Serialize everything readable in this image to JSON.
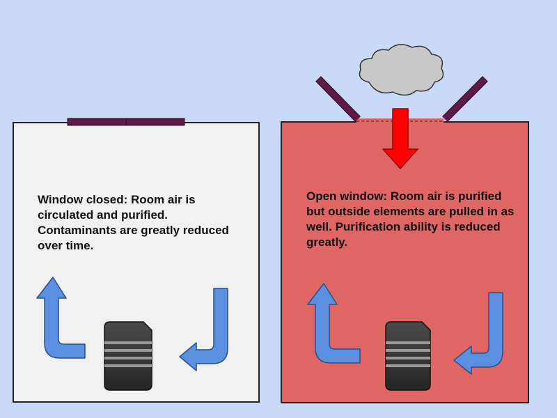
{
  "colors": {
    "background": "#c9daf8",
    "closed_room": "#f1f1f1",
    "open_room": "#e06666",
    "window_frame": "#5e1a45",
    "airflow_arrow": "#5b8fe0",
    "inflow_arrow": "#ff0000",
    "cloud": "#c8c8c8",
    "purifier": "#3a3a3a"
  },
  "panels": [
    {
      "state": "closed",
      "caption": "Window closed: Room air is circulated and purified. Contaminants are greatly reduced over time."
    },
    {
      "state": "open",
      "caption": "Open window: Room air is purified but outside elements are pulled in as well. Purification ability is reduced greatly."
    }
  ],
  "icons": [
    "cloud-icon",
    "down-arrow-icon",
    "air-purifier-icon",
    "up-arrow-icon",
    "return-arrow-icon"
  ]
}
